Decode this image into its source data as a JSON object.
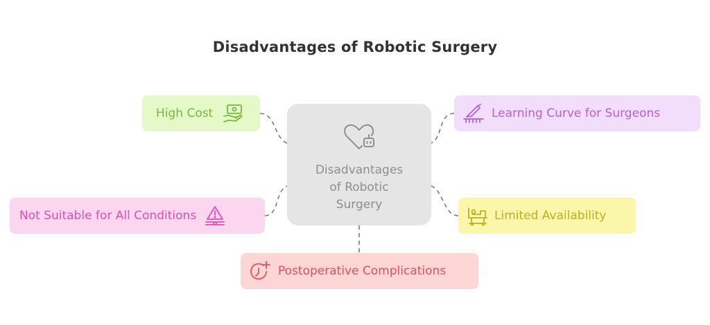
{
  "title": "Disadvantages of Robotic Surgery",
  "center": {
    "label": "Disadvantages\nof Robotic\nSurgery",
    "icon": "heart-robot-icon"
  },
  "nodes": {
    "high_cost": {
      "label": "High Cost",
      "icon": "money-hand-icon",
      "color": "#78b83a",
      "bg": "#e5f9c8"
    },
    "learning_curve": {
      "label": "Learning Curve for Surgeons",
      "icon": "scalpel-icon",
      "color": "#b25fe0",
      "bg": "#f3ddfc"
    },
    "not_suitable": {
      "label": "Not Suitable for All Conditions",
      "icon": "warning-icon",
      "color": "#db4fb0",
      "bg": "#fcd6ef"
    },
    "limited_availability": {
      "label": "Limited Availability",
      "icon": "hospital-bed-icon",
      "color": "#bfb01e",
      "bg": "#fbf6aa"
    },
    "postoperative": {
      "label": "Postoperative Complications",
      "icon": "clock-plus-icon",
      "color": "#e05252",
      "bg": "#fcd5d5"
    }
  }
}
